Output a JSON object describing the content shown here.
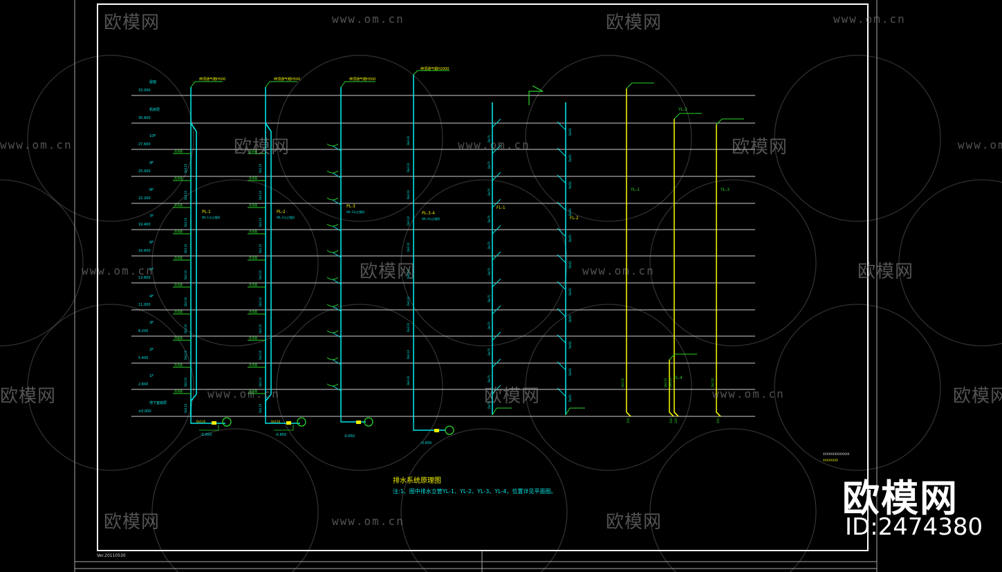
{
  "drawing": {
    "title": "排水系统原理图",
    "note": "注:1、图中排水立管YL-1、YL-2、YL-3、YL-4，位置详见平面图。",
    "stamp_line1": "XXXXXXXXXXXXXX",
    "stamp_line2": "XXXXXXXX",
    "version": "Ver.20110530"
  },
  "floors": [
    {
      "name": "屋面",
      "elev": "33.000"
    },
    {
      "name": "机房层",
      "elev": "30.600"
    },
    {
      "name": "10F",
      "elev": "27.600"
    },
    {
      "name": "9F",
      "elev": "25.000"
    },
    {
      "name": "8F",
      "elev": "22.200"
    },
    {
      "name": "7F",
      "elev": "19.400"
    },
    {
      "name": "6F",
      "elev": "16.600"
    },
    {
      "name": "5F",
      "elev": "13.800"
    },
    {
      "name": "4F",
      "elev": "11.000"
    },
    {
      "name": "3F",
      "elev": "8.200"
    },
    {
      "name": "2F",
      "elev": "5.400"
    },
    {
      "name": "1F",
      "elev": "2.600"
    },
    {
      "name": "地下室底层",
      "elev": "±0.000"
    }
  ],
  "risers": [
    {
      "id": "PL-1",
      "vent_label": "伸顶通气帽H500",
      "color": "#00e5e5"
    },
    {
      "id": "PL-2",
      "vent_label": "伸顶通气帽H500",
      "color": "#00e5e5"
    },
    {
      "id": "PL-3",
      "vent_label": "伸顶通气帽H500",
      "color": "#00e5e5"
    },
    {
      "id": "PL-4",
      "vent_label": "伸顶通气帽H2000",
      "color": "#00e5e5"
    },
    {
      "id": "FL-1",
      "vent_label": "",
      "color": "#00e5e5"
    },
    {
      "id": "FL-2",
      "vent_label": "",
      "color": "#00e5e5"
    },
    {
      "id": "YL-1",
      "vent_label": "",
      "color": "#f0f000"
    },
    {
      "id": "YL-2",
      "vent_label": "",
      "color": "#f0f000"
    },
    {
      "id": "YL-3",
      "vent_label": "",
      "color": "#f0f000"
    },
    {
      "id": "YL-4",
      "vent_label": "",
      "color": "#f0f000"
    }
  ],
  "labels": {
    "pipe_dn": "De110",
    "pipe_dn75": "De75",
    "pipe_dn50": "De50",
    "fixture": "洗涤器",
    "outlet_depth": "-0.650",
    "yl_base": "200",
    "pl1_tag": "PL-1",
    "pl2_tag": "PL-2",
    "pl3_tag": "PL-3",
    "pl4_tag": "PL-3-4",
    "pl_note1": "WL-1与之相同",
    "pl_note2": "WL-2与之相同",
    "pl_note3": "WL-3与之相同",
    "pl_note4": "WL-4与之相同"
  },
  "watermarks": {
    "cn": "欧模网",
    "url": "www.om.cn",
    "brand": "欧模网",
    "id": "ID:2474380"
  },
  "colors": {
    "frame": "#ffffff",
    "pipe_cyan": "#00e5e5",
    "pipe_yellow": "#f0f000",
    "floor_line": "#cfcfcf",
    "fixture_green": "#2bd62b",
    "magenta": "#e040e0"
  }
}
